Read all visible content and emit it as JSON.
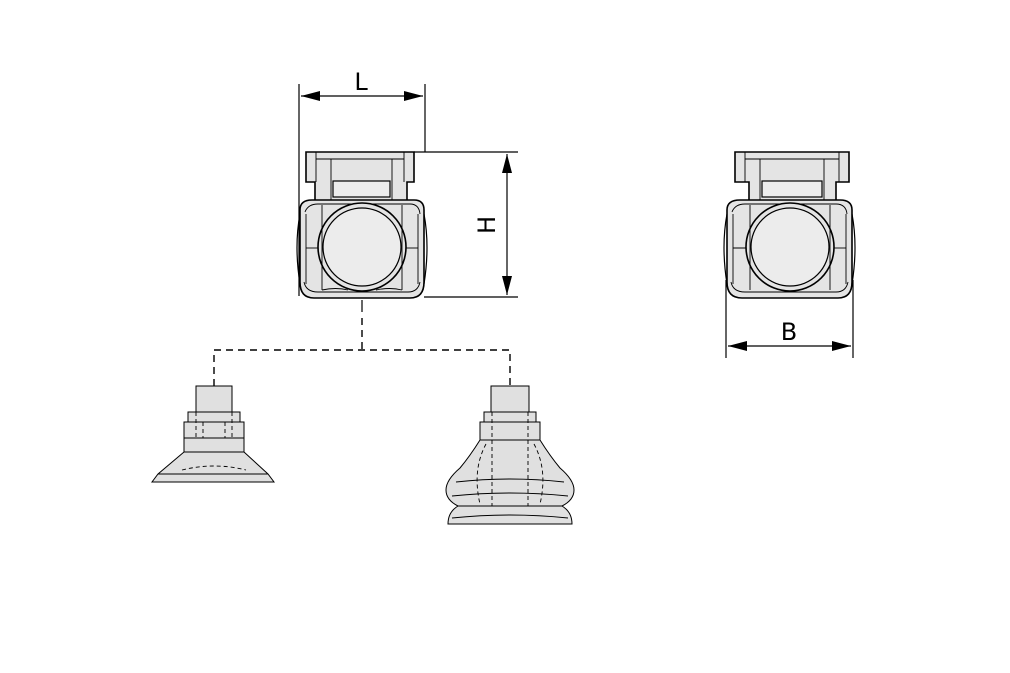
{
  "drawing": {
    "dimensions": {
      "length_label": "L",
      "height_label": "H",
      "width_label": "B"
    },
    "colors": {
      "part_fill": "#e4e4e4",
      "line": "#000000",
      "background": "#ffffff"
    }
  }
}
